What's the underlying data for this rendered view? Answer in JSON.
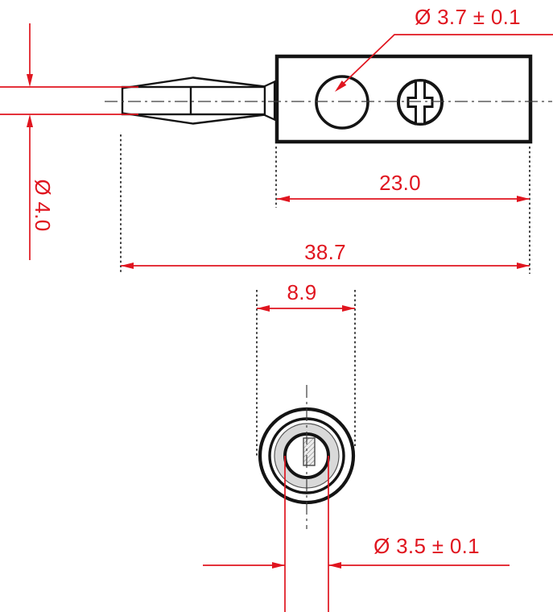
{
  "colors": {
    "dimension_red": "#e0151f",
    "line_black": "#141414",
    "ring_gray": "#d9d9d9"
  },
  "side_view": {
    "hole_diameter": "Ø 3.7 ± 0.1",
    "pin_diameter": "Ø 4.0",
    "body_length": "23.0",
    "overall_length": "38.7"
  },
  "front_view": {
    "flange_width": "8.9",
    "bore_diameter": "Ø 3.5 ± 0.1"
  }
}
